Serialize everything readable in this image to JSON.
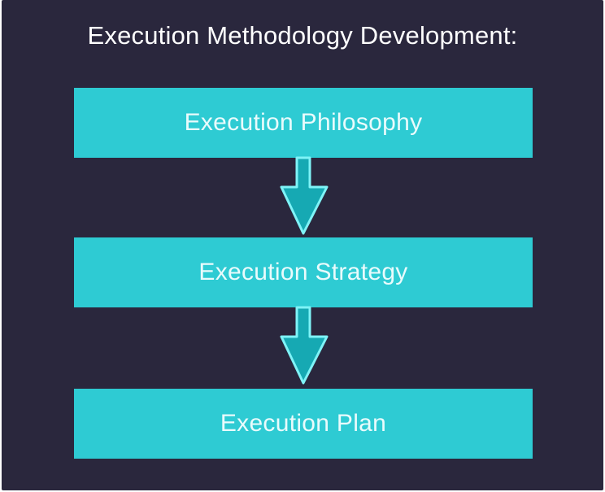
{
  "title": "Execution Methodology Development:",
  "steps": [
    {
      "label": "Execution Philosophy"
    },
    {
      "label": "Execution Strategy"
    },
    {
      "label": "Execution Plan"
    }
  ],
  "colors": {
    "background": "#2a273d",
    "box_fill": "#2ecbd3",
    "arrow_fill": "#16a9b3",
    "arrow_stroke": "#7ff3f7",
    "text": "#ffffff"
  }
}
